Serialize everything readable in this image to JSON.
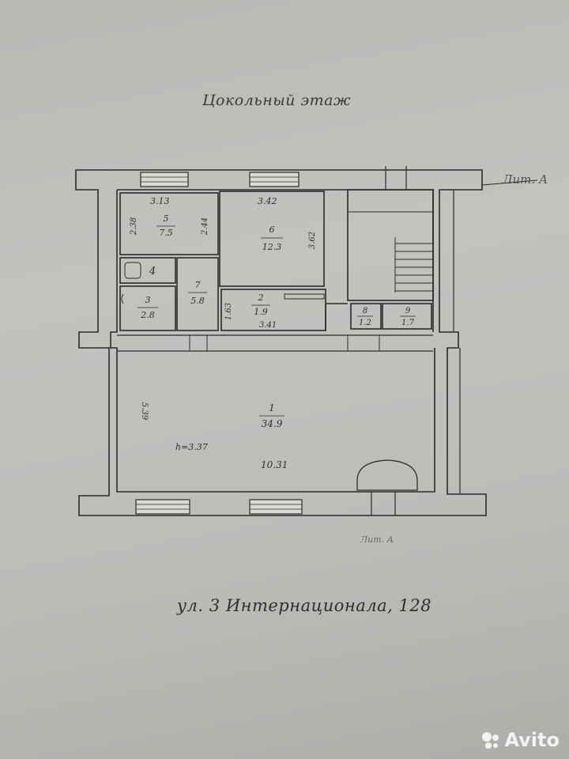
{
  "title": "Цокольный этаж",
  "address": "ул. 3 Интернационала, 128",
  "top_right_label": "Лит. А",
  "bottom_label": "Лит. А",
  "height_label": "h=3.37",
  "rooms": [
    {
      "number": "1",
      "area": "34.9"
    },
    {
      "number": "2",
      "area": "1.9"
    },
    {
      "number": "3",
      "area": "2.8"
    },
    {
      "number": "4",
      "area": ""
    },
    {
      "number": "5",
      "area": "7.5"
    },
    {
      "number": "6",
      "area": "12.3"
    },
    {
      "number": "7",
      "area": "5.8"
    },
    {
      "number": "8",
      "area": "1.2"
    },
    {
      "number": "9",
      "area": "1.7"
    }
  ],
  "dimensions": {
    "room5_top": "3.13",
    "room5_left": "2.38",
    "room5_right": "2.44",
    "room6_top": "3.42",
    "room6_right": "3.62",
    "room2_left": "1.63",
    "room2_bottom": "3.41",
    "room1_left": "5.39",
    "room1_width": "10.31"
  },
  "watermark": "Avito"
}
